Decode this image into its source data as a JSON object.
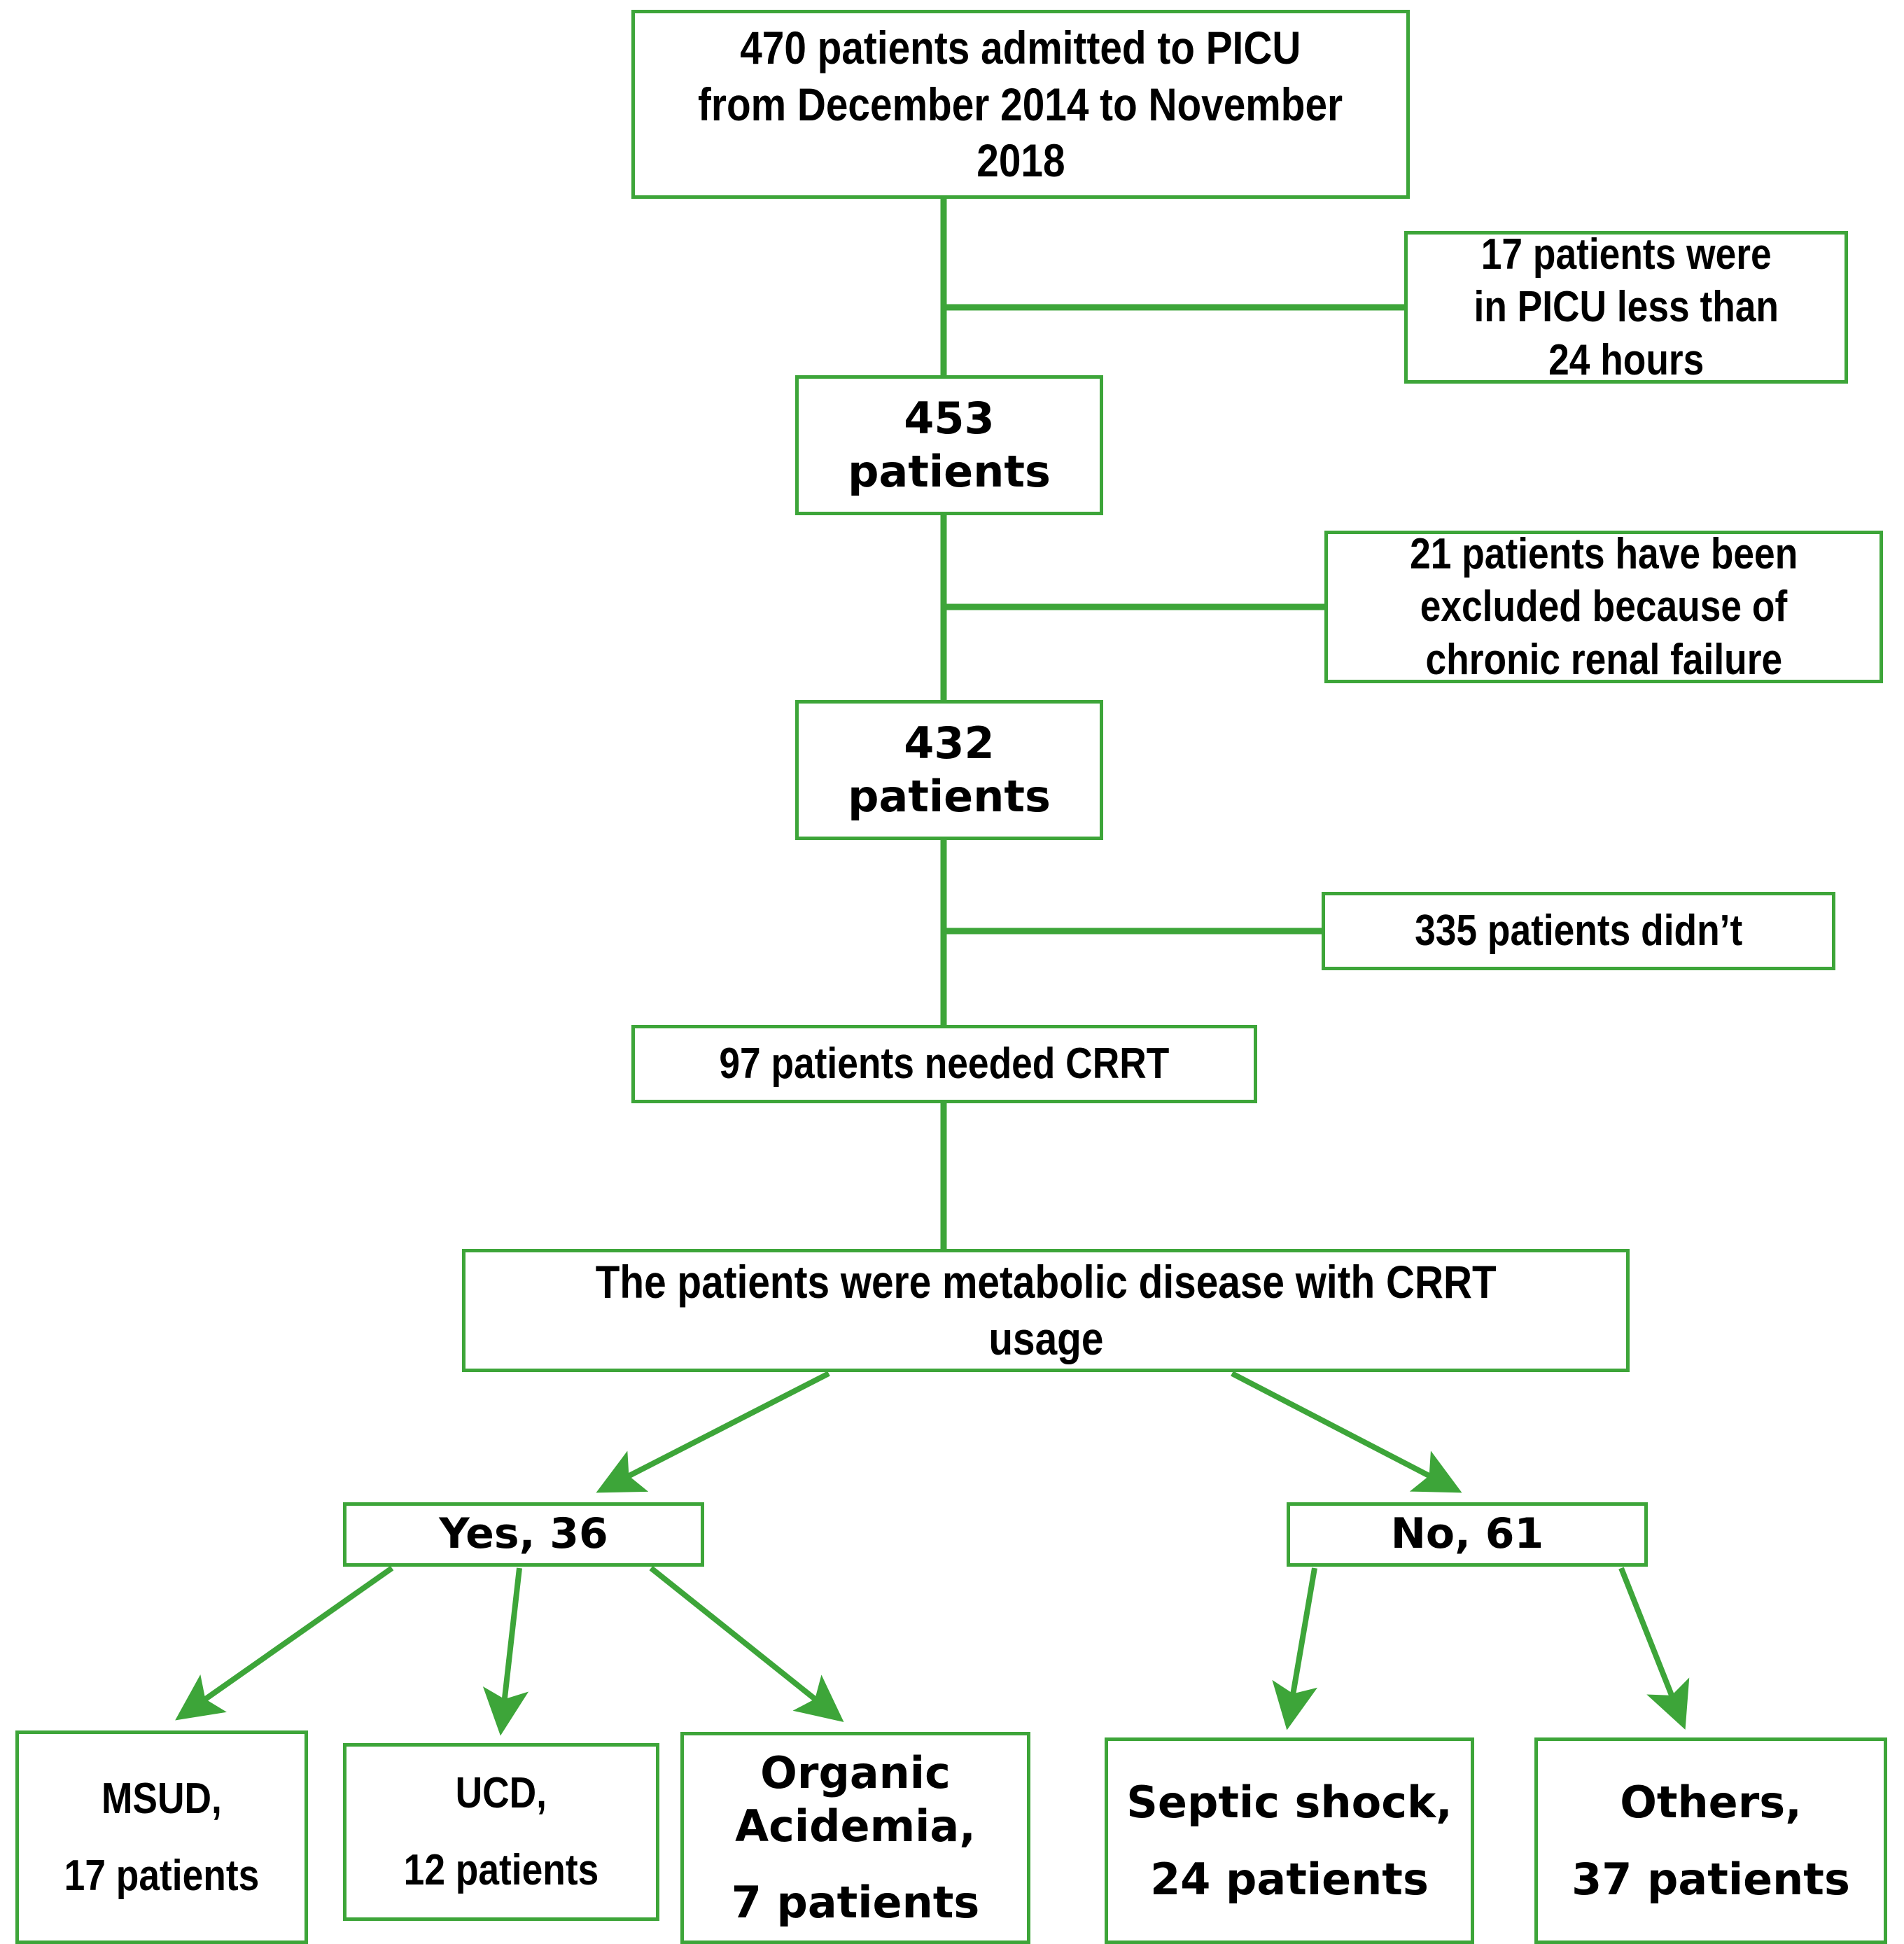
{
  "meta": {
    "title": "CRRT patient selection flow diagram",
    "accent_color": "#3da539",
    "text_color": "#000000",
    "background_color": "#ffffff"
  },
  "chart_data": {
    "type": "diagram",
    "subtype": "patient-flow-consort",
    "title": "",
    "nodes": [
      {
        "id": "root",
        "label": "470 patients admitted to PICU from December 2014 to November 2018",
        "value": 470
      },
      {
        "id": "excluded_1",
        "label": "17 patients were in PICU less than 24 hours",
        "value": 17
      },
      {
        "id": "n453",
        "label": "453 patients",
        "value": 453
      },
      {
        "id": "excluded_2",
        "label": "21 patients have been excluded because of chronic renal failure",
        "value": 21
      },
      {
        "id": "n432",
        "label": "432 patients",
        "value": 432
      },
      {
        "id": "excluded_3",
        "label": "335 patients didn’t",
        "value": 335
      },
      {
        "id": "crrt",
        "label": "97 patients needed CRRT",
        "value": 97
      },
      {
        "id": "metabolic",
        "label": "The patients were metabolic disease with CRRT usage",
        "value": null
      },
      {
        "id": "yes",
        "label": "Yes, 36",
        "value": 36
      },
      {
        "id": "no",
        "label": "No, 61",
        "value": 61
      },
      {
        "id": "msud",
        "label": "MSUD, 17 patients",
        "value": 17
      },
      {
        "id": "ucd",
        "label": "UCD, 12 patients",
        "value": 12
      },
      {
        "id": "organic",
        "label": "Organic Acidemia, 7 patients",
        "value": 7
      },
      {
        "id": "septic",
        "label": "Septic shock, 24 patients",
        "value": 24
      },
      {
        "id": "others",
        "label": "Others, 37 patients",
        "value": 37
      }
    ],
    "edges": [
      {
        "from": "root",
        "to": "excluded_1",
        "style": "elbow"
      },
      {
        "from": "root",
        "to": "n453",
        "style": "straight"
      },
      {
        "from": "n453",
        "to": "excluded_2",
        "style": "elbow"
      },
      {
        "from": "n453",
        "to": "n432",
        "style": "straight"
      },
      {
        "from": "n432",
        "to": "excluded_3",
        "style": "elbow"
      },
      {
        "from": "n432",
        "to": "crrt",
        "style": "straight"
      },
      {
        "from": "crrt",
        "to": "metabolic",
        "style": "straight"
      },
      {
        "from": "metabolic",
        "to": "yes",
        "style": "arrow"
      },
      {
        "from": "metabolic",
        "to": "no",
        "style": "arrow"
      },
      {
        "from": "yes",
        "to": "msud",
        "style": "arrow"
      },
      {
        "from": "yes",
        "to": "ucd",
        "style": "arrow"
      },
      {
        "from": "yes",
        "to": "organic",
        "style": "arrow"
      },
      {
        "from": "no",
        "to": "septic",
        "style": "arrow"
      },
      {
        "from": "no",
        "to": "others",
        "style": "arrow"
      }
    ]
  },
  "nodes": {
    "root": {
      "line1": "470 patients admitted to PICU",
      "line2": "from December 2014 to November",
      "line3": "2018"
    },
    "excluded_1": {
      "line1": "17 patients were",
      "line2": "in PICU less than",
      "line3": "24 hours"
    },
    "n453": {
      "line1": "453",
      "line2": "patients"
    },
    "excluded_2": {
      "line1": "21 patients have been",
      "line2": "excluded because of",
      "line3": "chronic renal failure"
    },
    "n432": {
      "line1": "432",
      "line2": "patients"
    },
    "excluded_3": {
      "line1": "335 patients didn’t"
    },
    "crrt": {
      "line1": "97 patients needed CRRT"
    },
    "metabolic": {
      "line1": "The patients were metabolic disease with CRRT",
      "line2": "usage"
    },
    "yes": {
      "line1": "Yes, 36"
    },
    "no": {
      "line1": "No, 61"
    },
    "msud": {
      "line1": "MSUD,",
      "line2": "17 patients"
    },
    "ucd": {
      "line1": "UCD,",
      "line2": "12 patients"
    },
    "organic": {
      "line1": "Organic",
      "line2": "Acidemia,",
      "line3": "7 patients"
    },
    "septic": {
      "line1": "Septic shock,",
      "line2": "24 patients"
    },
    "others": {
      "line1": "Others,",
      "line2": "37 patients"
    }
  }
}
